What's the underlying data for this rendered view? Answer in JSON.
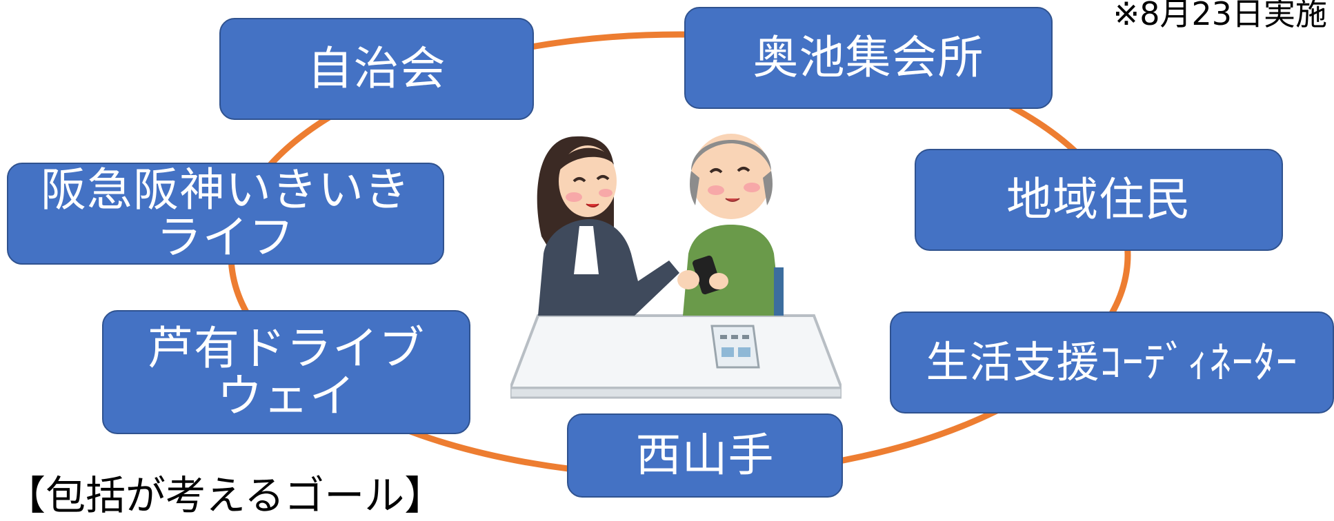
{
  "nodes": {
    "jichikai": {
      "label": "自治会"
    },
    "okuike": {
      "label": "奥池集会所"
    },
    "hankyu": {
      "line1": "阪急阪神いきいき",
      "line2": "ライフ"
    },
    "chiiki": {
      "label": "地域住民"
    },
    "ashiyu": {
      "line1": "芦有ドライブ",
      "line2": "ウェイ"
    },
    "seikatsu": {
      "label": "生活支援ｺｰﾃﾞｨﾈｰﾀｰ"
    },
    "nishiyama": {
      "label": "西山手"
    }
  },
  "note": "※8月23日実施",
  "goal_heading": "【包括が考えるゴール】",
  "colors": {
    "node_fill": "#4472c4",
    "node_border": "#2f528f",
    "ring": "#ed7d31"
  },
  "icons": [
    "illustration-staff-and-elderly-smartphone"
  ]
}
